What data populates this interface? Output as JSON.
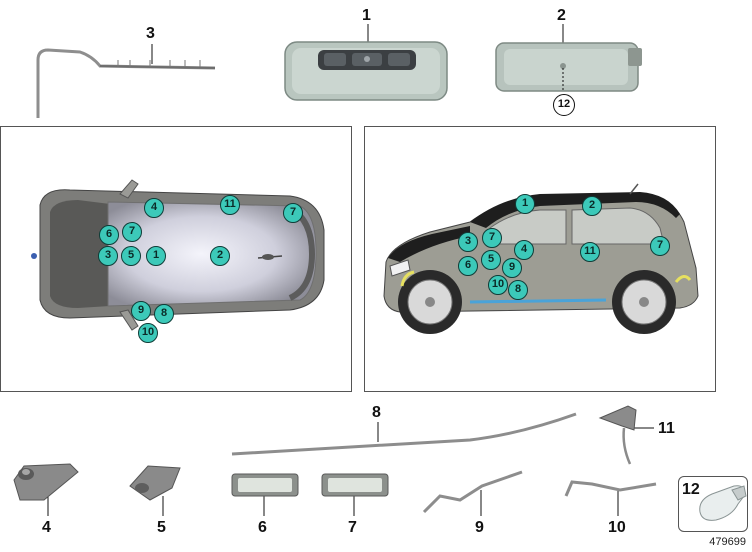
{
  "callouts": {
    "c1": "1",
    "c2": "2",
    "c3": "3",
    "c4": "4",
    "c5": "5",
    "c6": "6",
    "c7": "7",
    "c8": "8",
    "c9": "9",
    "c10": "10",
    "c11": "11",
    "c12": "12"
  },
  "top_view_badges": [
    "4",
    "11",
    "7",
    "6",
    "7",
    "3",
    "5",
    "1",
    "2",
    "9",
    "8",
    "10"
  ],
  "side_view_badges": [
    "1",
    "2",
    "3",
    "7",
    "4",
    "6",
    "5",
    "9",
    "11",
    "7",
    "10",
    "8"
  ],
  "ring_label": "12",
  "document_number": "479699",
  "colors": {
    "badge_fill": "#3cc9b9",
    "car_body": "#9a9a92",
    "panel_border": "#555555"
  }
}
